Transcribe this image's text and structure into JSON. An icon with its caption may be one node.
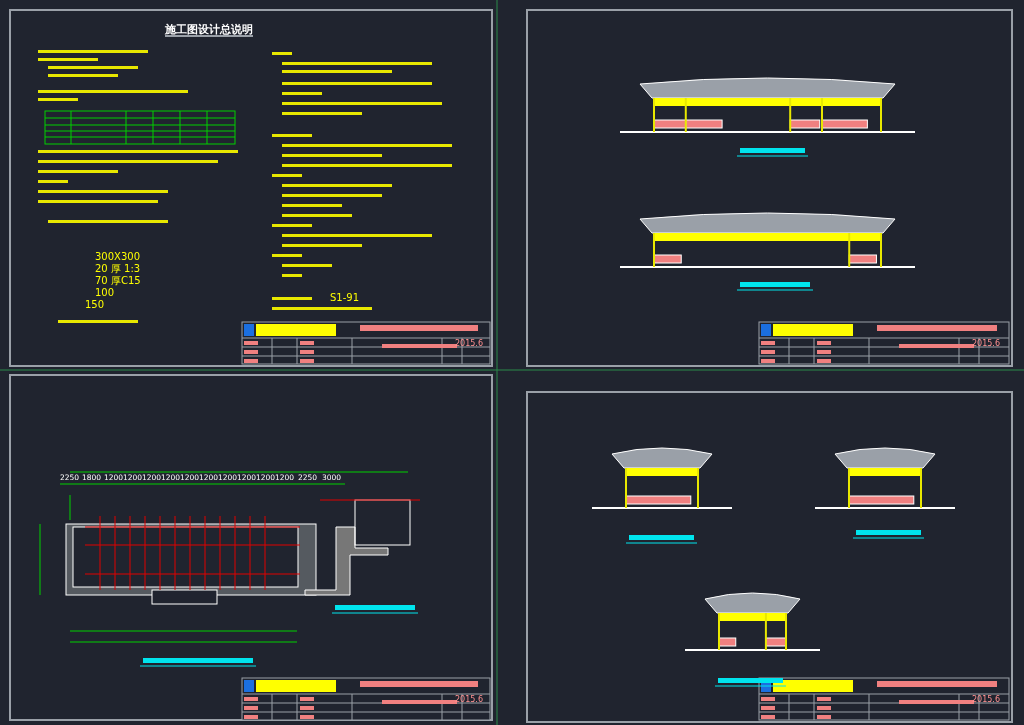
{
  "diagram": {
    "labels": [
      "施工图设计总说明",
      "300X300",
      "20 厚 1:3",
      "70 厚C15",
      "100",
      "150",
      "S1-91",
      "2015.6",
      "2015.6",
      "2015.6",
      "2015.6",
      "2250",
      "1800",
      "1200",
      "1200",
      "1200",
      "1200",
      "1200",
      "1200",
      "1200",
      "1200",
      "1200",
      "1200",
      "2250",
      "3000"
    ]
  }
}
